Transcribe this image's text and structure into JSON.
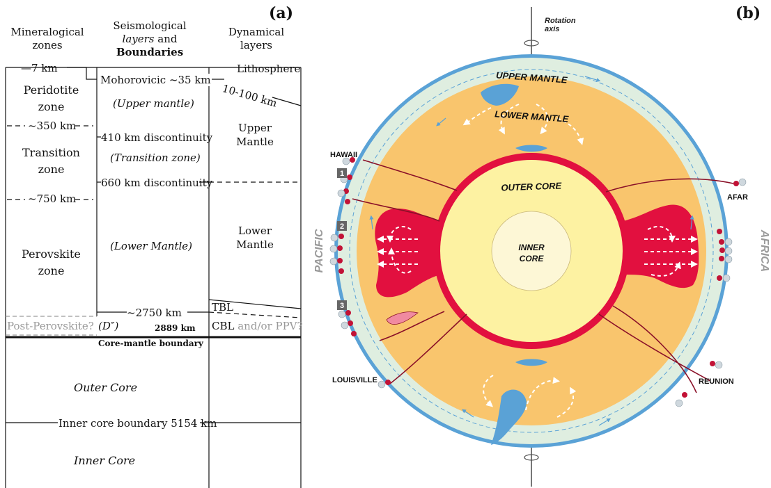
{
  "panel_a": {
    "label": "(a)",
    "headers": {
      "mineralogical": [
        "Mineralogical",
        "zones"
      ],
      "seismological_l1": "Seismological",
      "seismological_l2a": "layers",
      "seismological_l2b": " and",
      "seismological_l3": "Boundaries",
      "dynamical": [
        "Dynamical",
        "layers"
      ]
    },
    "mineralogical_zones": {
      "depth_7": "7 km",
      "peridotite": [
        "Peridotite",
        "zone"
      ],
      "depth_350": "~350 km",
      "transition": [
        "Transition",
        "zone"
      ],
      "depth_750": "~750 km",
      "perovskite": [
        "Perovskite",
        "zone"
      ],
      "post_perovskite": "Post-Perovskite?"
    },
    "seismological": {
      "moho": "Mohorovicic ~35 km",
      "upper_mantle": "(Upper mantle)",
      "d410": "410 km discontinuity",
      "transition_zone": "(Transition zone)",
      "d660": "660 km discontinuity",
      "lower_mantle": "(Lower Mantle)",
      "d2750": "~2750 km",
      "d_double_prime": "(D″)",
      "d2889": "2889 km",
      "cmb": "Core-mantle boundary",
      "outer_core": "Outer Core",
      "icb": "Inner core boundary 5154 km",
      "inner_core": "Inner Core"
    },
    "dynamical": {
      "lithosphere": "Lithosphere",
      "litho_depth": "10-100 km",
      "upper_mantle": [
        "Upper",
        "Mantle"
      ],
      "lower_mantle": [
        "Lower",
        "Mantle"
      ],
      "tbl": "TBL",
      "cbl": "CBL",
      "and_or": " and/or",
      "ppv": " PPV?"
    }
  },
  "panel_b": {
    "label": "(b)",
    "rotation_axis": [
      "Rotation",
      "axis"
    ],
    "layers": {
      "upper_mantle": "UPPER MANTLE",
      "lower_mantle": "LOWER MANTLE",
      "outer_core": "OUTER CORE",
      "inner_core": [
        "INNER",
        "CORE"
      ]
    },
    "hotspots": {
      "hawaii": "HAWAII",
      "afar": "AFAR",
      "louisville": "LOUISVILLE",
      "reunion": "REUNION"
    },
    "regions": {
      "pacific": "PACIFIC",
      "africa": "AFRICA"
    },
    "markers": [
      "1",
      "2",
      "3"
    ],
    "colors": {
      "upper_mantle": "#dfeee0",
      "lower_mantle": "#f9c56d",
      "outer_core": "#fdf2a2",
      "inner_core": "#fdf7d6",
      "core_boundary": "#e2103f",
      "lithosphere": "#5aa2d6",
      "plume": "#e2103f"
    }
  }
}
